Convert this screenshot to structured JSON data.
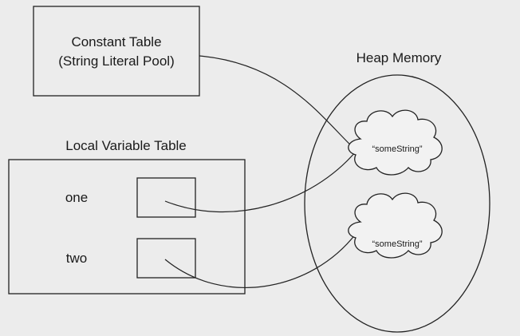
{
  "constant_table": {
    "title_line1": "Constant Table",
    "title_line2": "(String Literal Pool)"
  },
  "local_variable_table": {
    "title": "Local Variable Table",
    "variables": [
      "one",
      "two"
    ]
  },
  "heap": {
    "title": "Heap Memory",
    "objects": [
      "“someString”",
      "“someString”"
    ]
  }
}
